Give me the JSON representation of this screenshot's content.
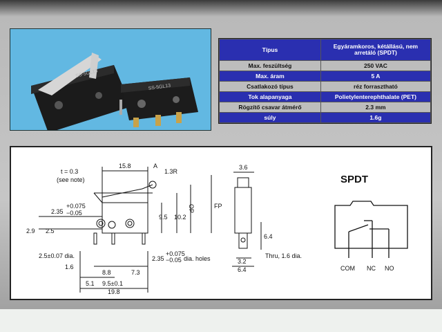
{
  "spec_table": {
    "rows": [
      {
        "key": "Típus",
        "value": "Egyáramkoros, kétállású, nem arretáló (SPDT)"
      },
      {
        "key": "Max. feszültség",
        "value": "250 VAC"
      },
      {
        "key": "Max. áram",
        "value": "5 A"
      },
      {
        "key": "Csatlakozó típus",
        "value": "réz forrasztható"
      },
      {
        "key": "Tok alapanyaga",
        "value": "Polietylenterephthalate (PET)"
      },
      {
        "key": "Rögzítő csavar átmérő",
        "value": "2.3 mm"
      },
      {
        "key": "súly",
        "value": "1.6g"
      }
    ]
  },
  "drawing": {
    "dims": {
      "t": "t = 0.3",
      "see_note": "(see note)",
      "d158": "15.8",
      "a_label": "A",
      "r13": "1.3R",
      "tol1": "2.35",
      "tol1_sup": "+0.075",
      "tol1_sub": "−0.05",
      "d29": "2.9",
      "d25": "2.5",
      "d95": "9.5",
      "d102": "10.2",
      "op": "OP",
      "fp": "FP",
      "dia": "2.5±0.07 dia.",
      "holes": "2.35",
      "holes_sup": "+0.075",
      "holes_sub": "−0.05",
      "holes_label": "dia. holes",
      "d16": "1.6",
      "d88": "8.8",
      "d73": "7.3",
      "d51": "5.1",
      "d95b": "9.5±0.1",
      "d198": "19.8",
      "d36": "3.6",
      "d64a": "6.4",
      "d32": "3.2",
      "d64b": "6.4",
      "thru": "Thru, 1.6 dia."
    },
    "schematic": {
      "title": "SPDT",
      "com": "COM",
      "nc": "NC",
      "no": "NO"
    }
  },
  "photo": {
    "label1": "SS-5GL13",
    "label2": "SS-5GL13"
  },
  "colors": {
    "table_blue": "#2a2fb0",
    "table_gray": "#bdbdbd",
    "photo_bg": "#62b8e2"
  }
}
